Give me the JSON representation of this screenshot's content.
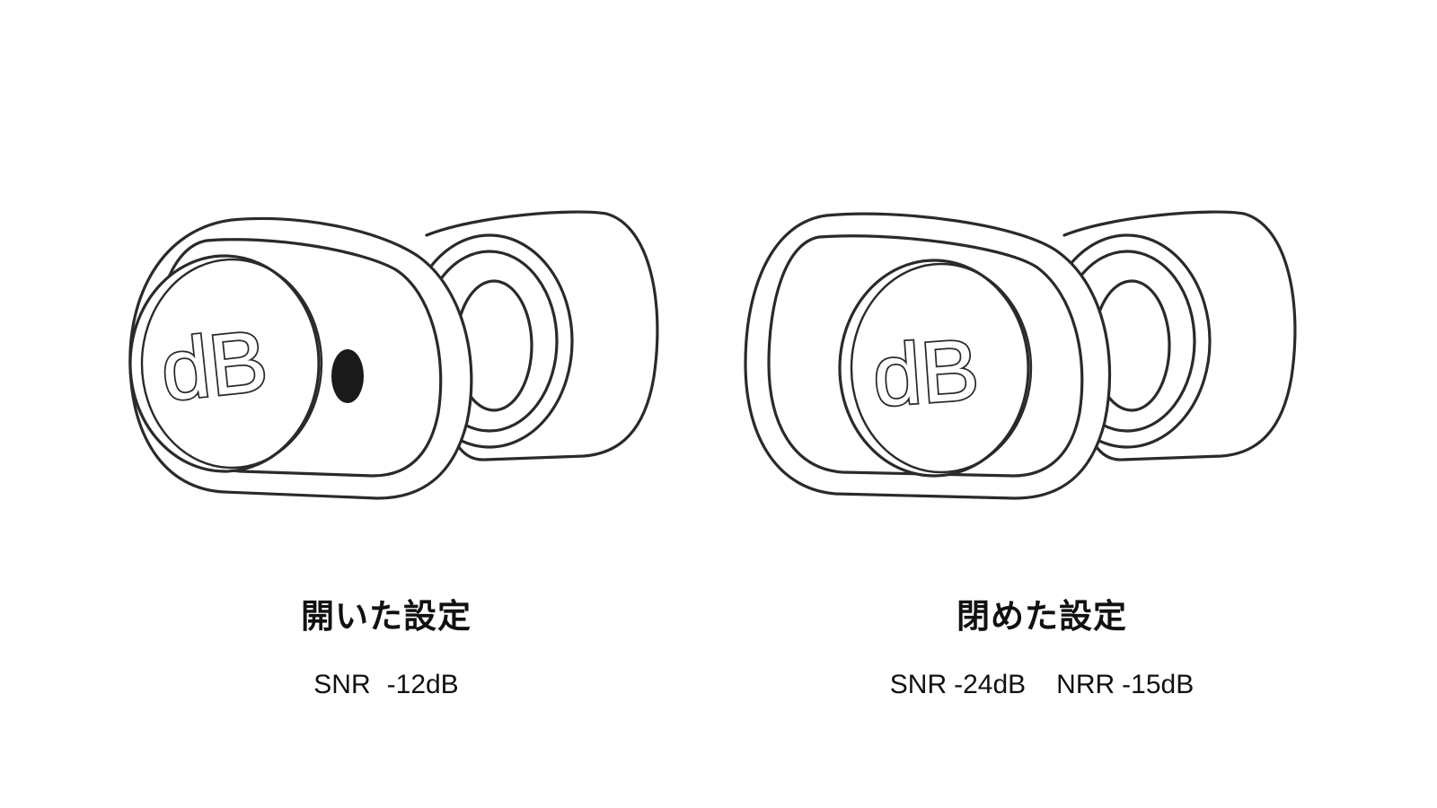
{
  "left": {
    "title": "開いた設定",
    "ratings": [
      {
        "label": "SNR",
        "value": "-12dB"
      }
    ],
    "earplug": {
      "logo_text": "dB",
      "vent": "open"
    }
  },
  "right": {
    "title": "閉めた設定",
    "ratings": [
      {
        "label": "SNR",
        "value": "-24dB"
      },
      {
        "label": "NRR",
        "value": "-15dB"
      }
    ],
    "earplug": {
      "logo_text": "dB",
      "vent": "closed"
    }
  }
}
